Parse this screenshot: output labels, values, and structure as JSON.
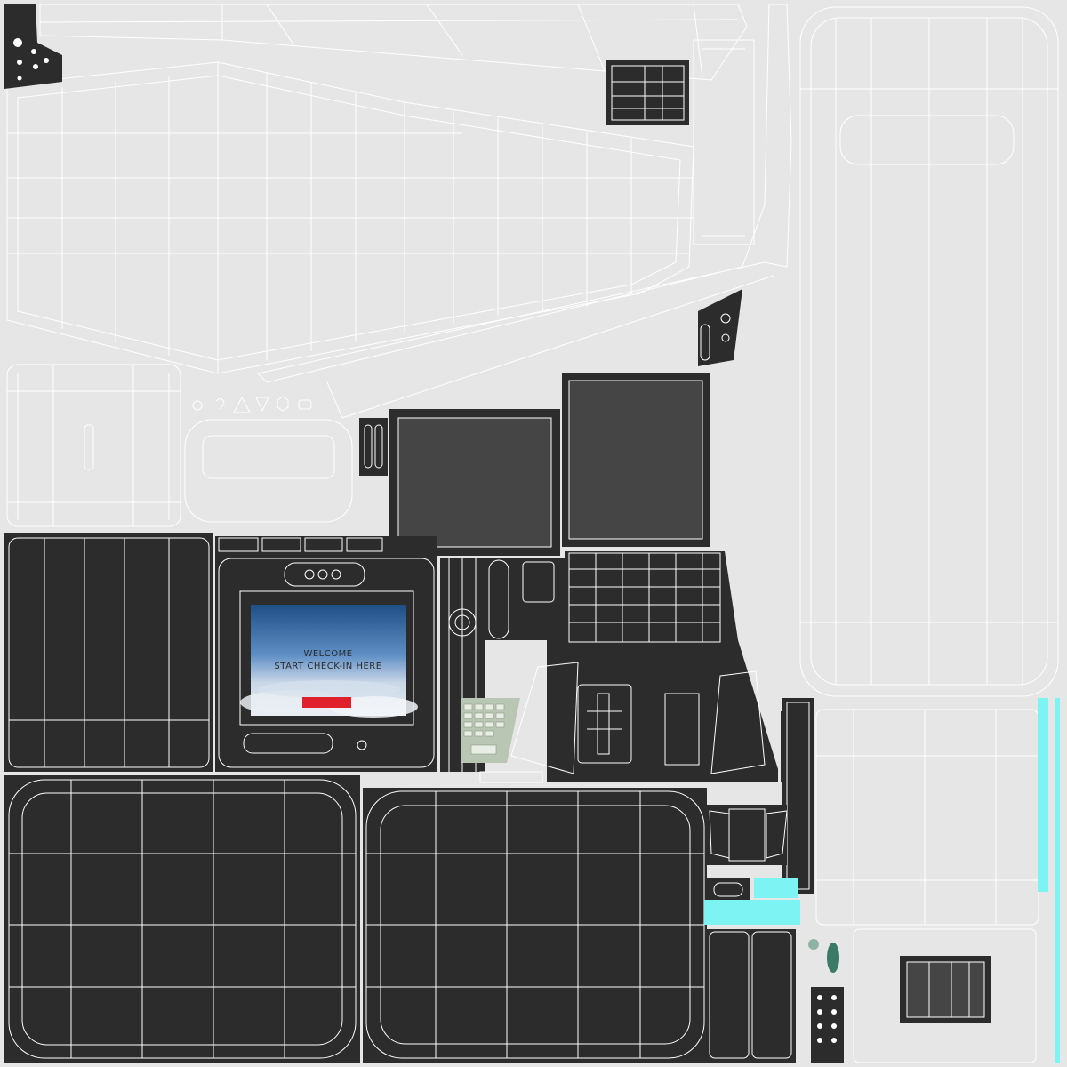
{
  "texture": {
    "type": "uv-wireframe-texture",
    "background_color": "#e6e6e6",
    "panel_color": "#2c2c2c",
    "mid_panel_color": "#454545",
    "wire_color": "#ffffff",
    "light_wire_color": "#cfcfcf",
    "accent_color": "#7df3f3",
    "keypad_color": "#b9c6b3"
  },
  "kiosk_screen": {
    "title_line1": "WELCOME",
    "title_line2": "START CHECK-IN HERE",
    "button_color": "#e0212b",
    "sky_top": "#1f4e86",
    "sky_mid": "#5e8ec4",
    "cloud_color": "#e9eef3"
  },
  "icons": [
    "gear-icon",
    "help-icon",
    "warning-icon",
    "hazard-icon",
    "hexagon-icon",
    "badge-icon"
  ]
}
